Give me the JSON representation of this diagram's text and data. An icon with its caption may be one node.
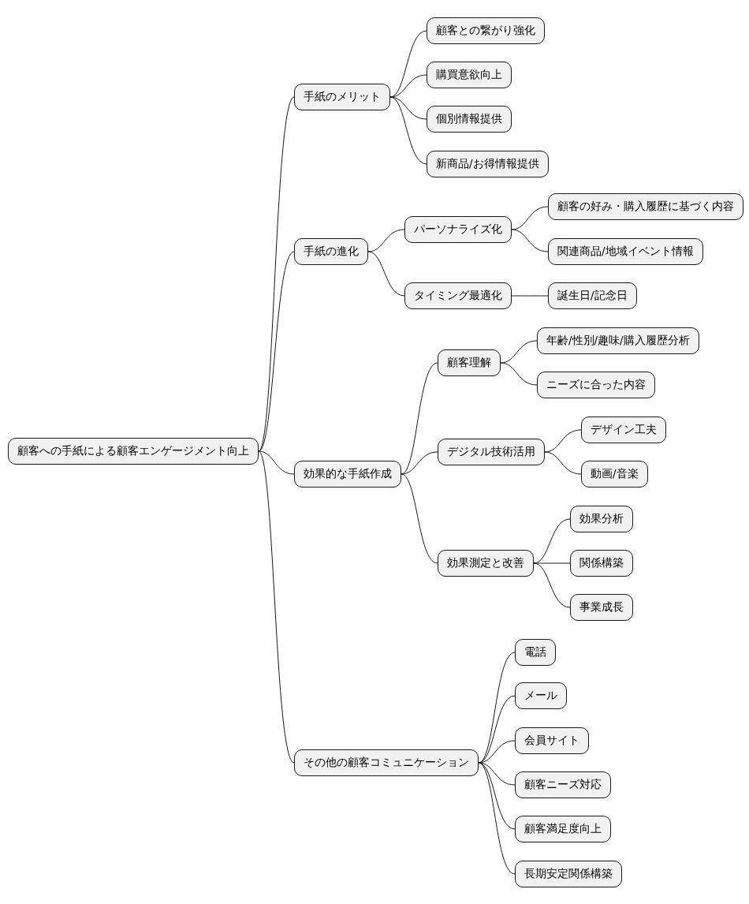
{
  "diagram": {
    "nodes": [
      {
        "text": [
          "顧客への手紙による顧客エンゲージメント向上"
        ]
      },
      {
        "text": [
          "手紙のメリット"
        ]
      },
      {
        "text": [
          "顧客との繋がり強化"
        ]
      },
      {
        "text": [
          "購買意欲向上"
        ]
      },
      {
        "text": [
          "個別情報提供"
        ]
      },
      {
        "text": [
          "新商品/お得情報提供"
        ]
      },
      {
        "text": [
          "手紙の進化"
        ]
      },
      {
        "text": [
          "パーソナライズ化"
        ]
      },
      {
        "text": [
          "顧客の好み・購入履歴に基づく内容"
        ]
      },
      {
        "text": [
          "関連商品/地域イベント情報"
        ]
      },
      {
        "text": [
          "タイミング最適化"
        ]
      },
      {
        "text": [
          "誕生日/記念日"
        ]
      },
      {
        "text": [
          "効果的な手紙作成"
        ]
      },
      {
        "text": [
          "顧客理解"
        ]
      },
      {
        "text": [
          "年齢/性別/趣味/購入履歴分析"
        ]
      },
      {
        "text": [
          "ニーズに合った内容"
        ]
      },
      {
        "text": [
          "デジタル技術活用"
        ]
      },
      {
        "text": [
          "デザイン工夫"
        ]
      },
      {
        "text": [
          "動画/音楽"
        ]
      },
      {
        "text": [
          "効果測定と改善"
        ]
      },
      {
        "text": [
          "効果分析"
        ]
      },
      {
        "text": [
          "関係構築"
        ]
      },
      {
        "text": [
          "事業成長"
        ]
      },
      {
        "text": [
          "その他の顧客コミュニケーション"
        ]
      },
      {
        "text": [
          "電話"
        ]
      },
      {
        "text": [
          "メール"
        ]
      },
      {
        "text": [
          "会員サイト"
        ]
      },
      {
        "text": [
          "顧客ニーズ対応"
        ]
      },
      {
        "text": [
          "顧客満足度向上"
        ]
      },
      {
        "text": [
          "長期安定関係構築"
        ]
      }
    ],
    "edges": [
      {
        "from": 0,
        "to": 1,
        "arrow": "none"
      },
      {
        "from": 1,
        "to": 2,
        "arrow": "none"
      },
      {
        "from": 1,
        "to": 3,
        "arrow": "none"
      },
      {
        "from": 1,
        "to": 4,
        "arrow": "none"
      },
      {
        "from": 1,
        "to": 5,
        "arrow": "none"
      },
      {
        "from": 0,
        "to": 6,
        "arrow": "none"
      },
      {
        "from": 6,
        "to": 7,
        "arrow": "none"
      },
      {
        "from": 7,
        "to": 8,
        "arrow": "none"
      },
      {
        "from": 7,
        "to": 9,
        "arrow": "none"
      },
      {
        "from": 6,
        "to": 10,
        "arrow": "none"
      },
      {
        "from": 10,
        "to": 11,
        "arrow": "none"
      },
      {
        "from": 0,
        "to": 12,
        "arrow": "none"
      },
      {
        "from": 12,
        "to": 13,
        "arrow": "none"
      },
      {
        "from": 13,
        "to": 14,
        "arrow": "none"
      },
      {
        "from": 13,
        "to": 15,
        "arrow": "none"
      },
      {
        "from": 12,
        "to": 16,
        "arrow": "none"
      },
      {
        "from": 16,
        "to": 17,
        "arrow": "none"
      },
      {
        "from": 16,
        "to": 18,
        "arrow": "none"
      },
      {
        "from": 12,
        "to": 19,
        "arrow": "none"
      },
      {
        "from": 19,
        "to": 20,
        "arrow": "none"
      },
      {
        "from": 19,
        "to": 21,
        "arrow": "none"
      },
      {
        "from": 19,
        "to": 22,
        "arrow": "none"
      },
      {
        "from": 0,
        "to": 23,
        "arrow": "none"
      },
      {
        "from": 23,
        "to": 24,
        "arrow": "none"
      },
      {
        "from": 23,
        "to": 25,
        "arrow": "none"
      },
      {
        "from": 23,
        "to": 26,
        "arrow": "none"
      },
      {
        "from": 23,
        "to": 27,
        "arrow": "none"
      },
      {
        "from": 23,
        "to": 28,
        "arrow": "none"
      },
      {
        "from": 23,
        "to": 29,
        "arrow": "none"
      }
    ]
  }
}
